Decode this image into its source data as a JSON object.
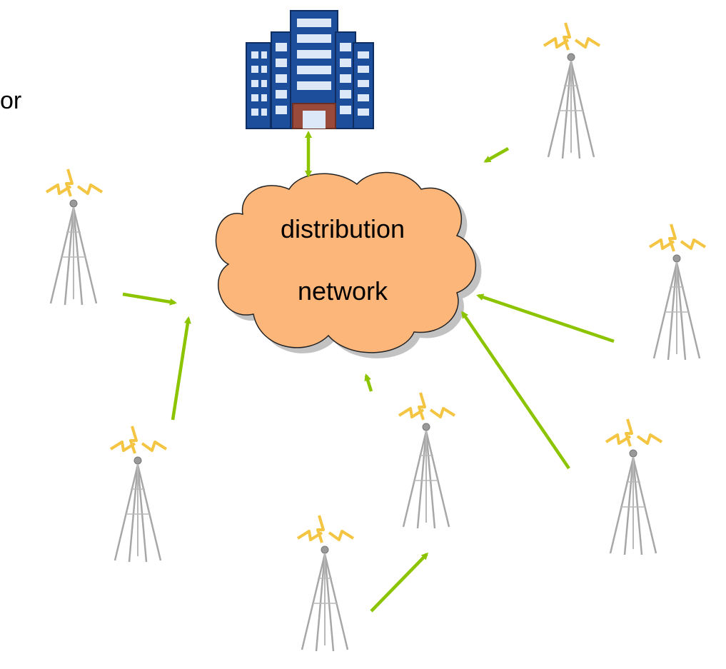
{
  "fragment_text": "or",
  "cloud": {
    "line1": "distribution",
    "line2": "network",
    "fill": "#FDB67A",
    "stroke": "#222222"
  },
  "arrow_color": "#8CC400",
  "building_color": "#1C4E9C",
  "tower_color": "#A7A7A7",
  "bolt_color": "#F4C542",
  "icons": [
    "building-icon",
    "tower-icon"
  ]
}
